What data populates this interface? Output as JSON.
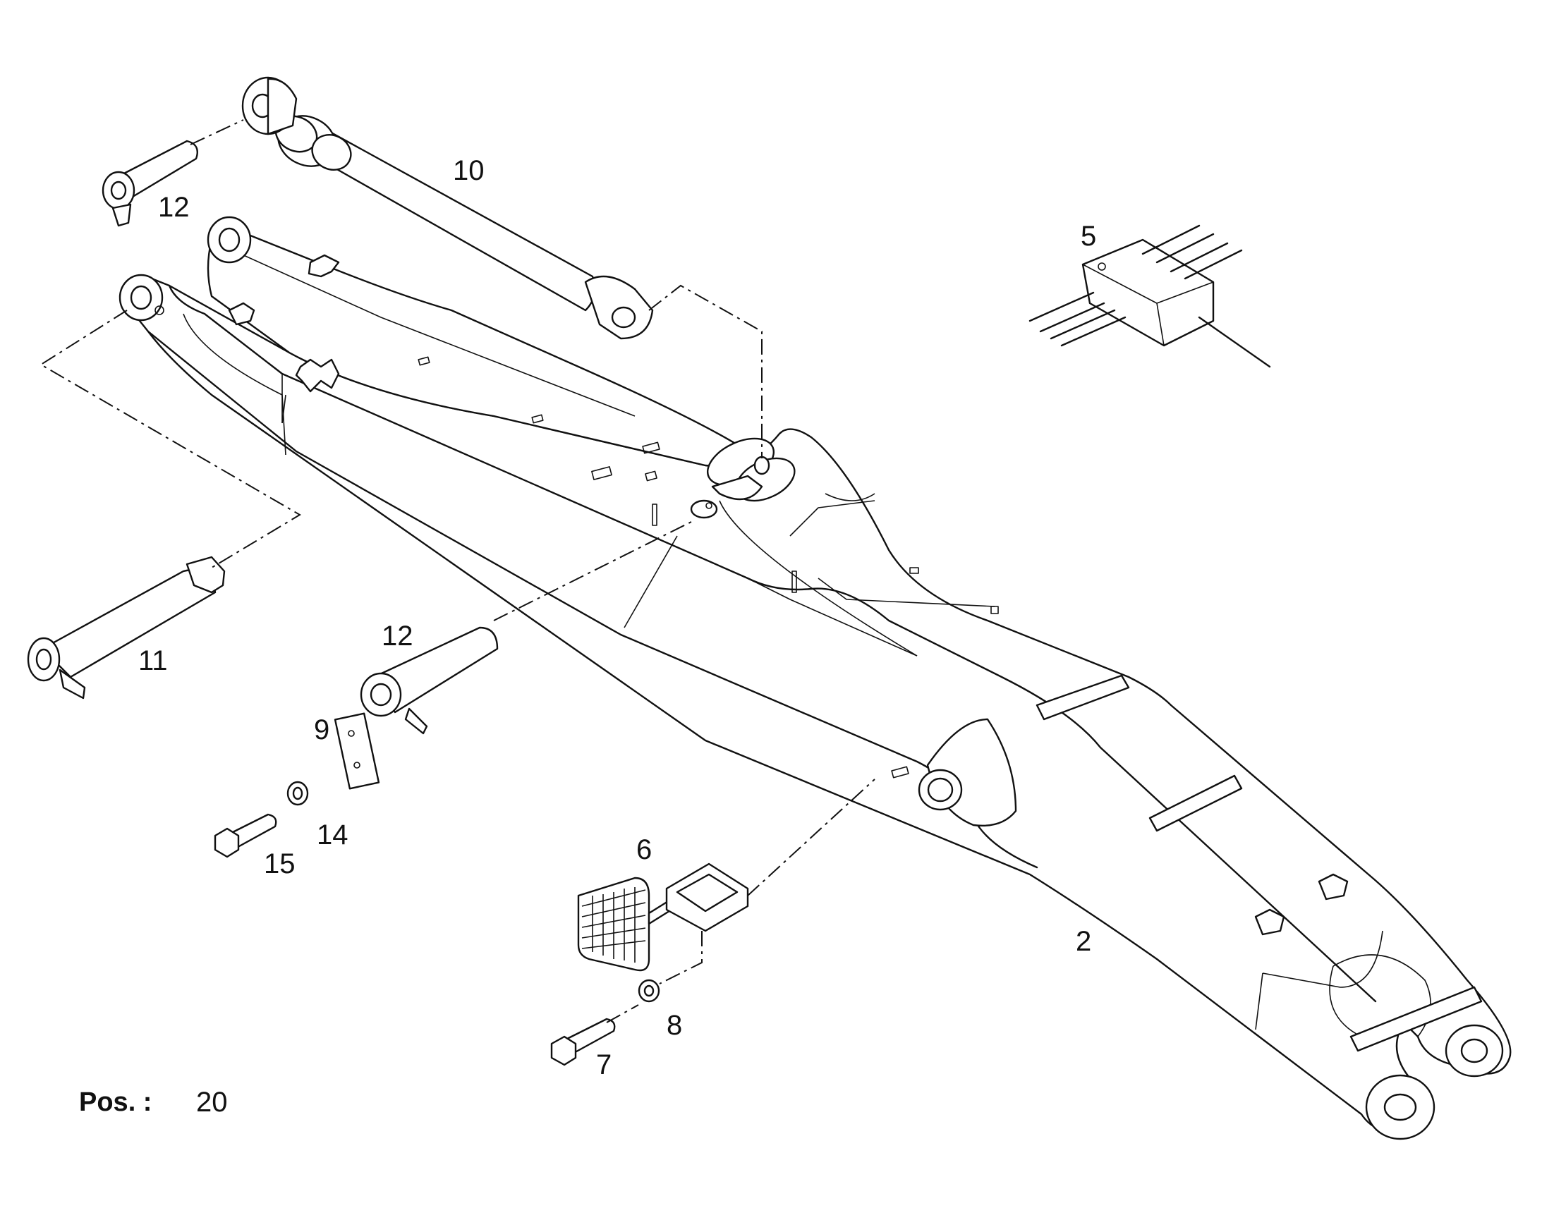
{
  "callouts": {
    "c2": "2",
    "c5": "5",
    "c6": "6",
    "c7": "7",
    "c8": "8",
    "c9": "9",
    "c10": "10",
    "c11": "11",
    "c12a": "12",
    "c12b": "12",
    "c14": "14",
    "c15": "15"
  },
  "footer": {
    "pos_label": "Pos. :",
    "pos_value": "20"
  }
}
